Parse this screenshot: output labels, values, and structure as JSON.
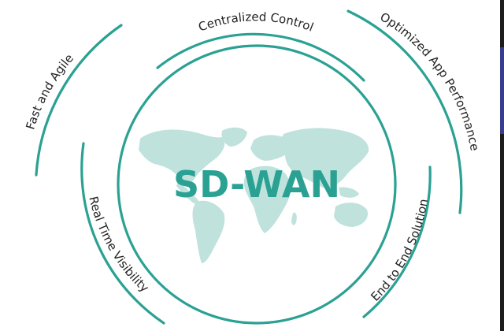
{
  "diagram": {
    "center_title": "SD-WAN",
    "labels": {
      "centralized_control": "Centralized Control",
      "optimized_app_performance": "Optimized App Performance",
      "end_to_end_solution": "End to End Solution",
      "real_time_visibility": "Real Time Visibility",
      "fast_and_agile": "Fast and Agile"
    }
  },
  "colors": {
    "ring": "#2aa193",
    "title": "#2aa193",
    "map": "#bfe2dc"
  },
  "icons": {
    "center": "world-map-icon"
  }
}
